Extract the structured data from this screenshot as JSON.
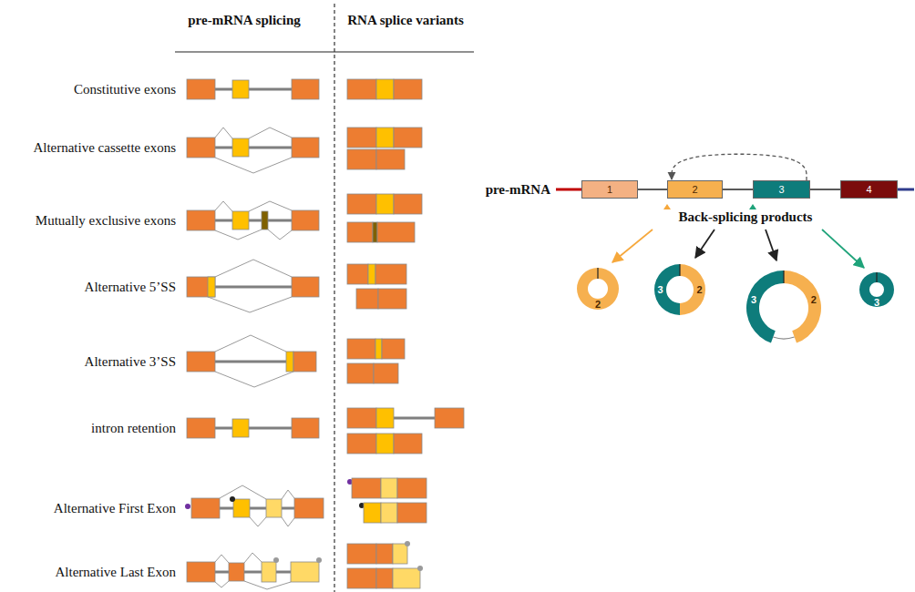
{
  "diagram": {
    "nodes": [
      {
        "text": [
          "1"
        ]
      },
      {
        "text": [
          "2"
        ]
      },
      {
        "text": [
          "3"
        ]
      },
      {
        "text": [
          "4"
        ]
      },
      {
        "text": [
          "2"
        ]
      },
      {
        "text": [
          "3",
          "2"
        ]
      },
      {
        "text": [
          "3",
          "2"
        ]
      },
      {
        "text": [
          "3"
        ]
      }
    ],
    "edges": [
      {
        "from": 2,
        "to": 1,
        "arrow": "to"
      }
    ],
    "labels": [
      "pre-mRNA splicing",
      "RNA splice variants",
      "Constitutive exons",
      "Alternative cassette exons",
      "Mutually exclusive exons",
      "Alternative 5’SS",
      "Alternative 3’SS",
      "intron retention",
      "Alternative First Exon",
      "Alternative Last Exon",
      "pre-mRNA",
      "Back-splicing products"
    ]
  }
}
